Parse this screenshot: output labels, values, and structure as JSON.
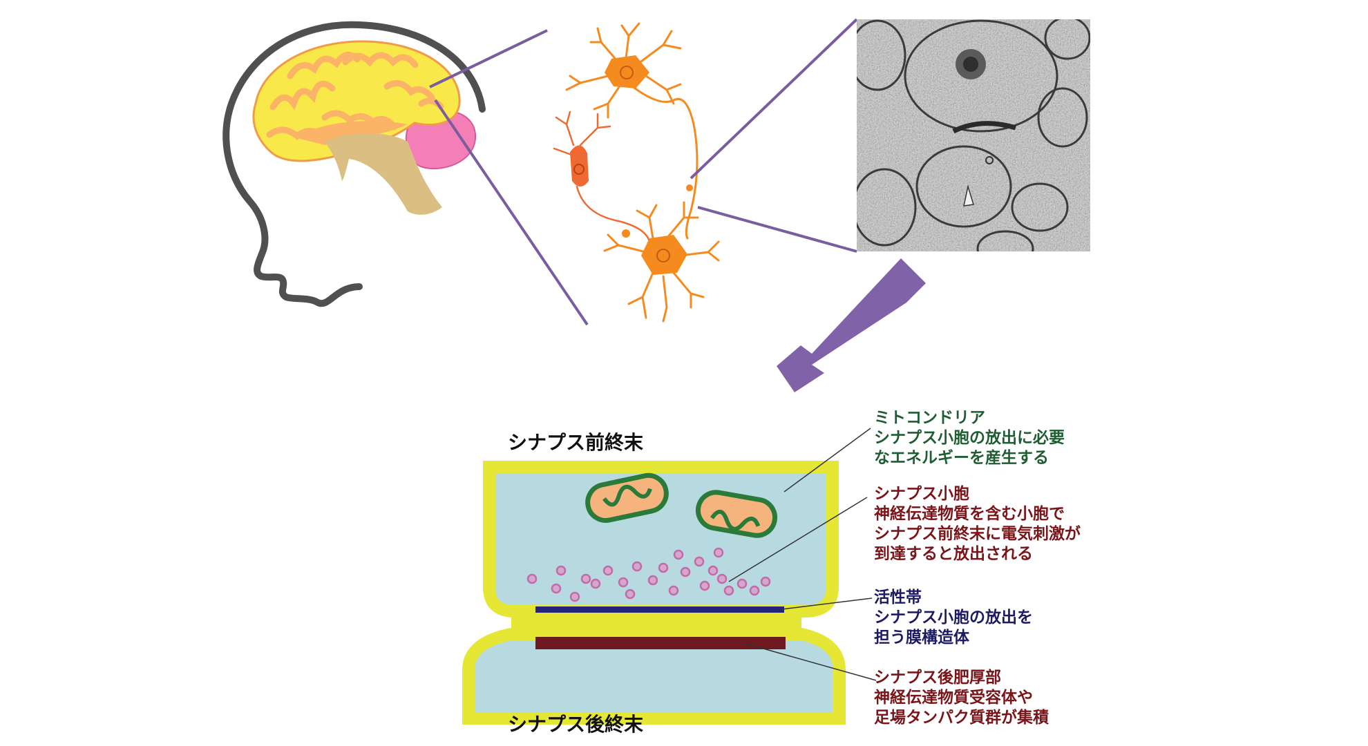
{
  "labels": {
    "presynaptic": "シナプス前終末",
    "postsynaptic": "シナプス後終末"
  },
  "annotations": [
    {
      "key": "mitochondria",
      "title": "ミトコンドリア",
      "lines": [
        "シナプス小胞の放出に必要",
        "なエネルギーを産生する"
      ],
      "color": "#1e5c32"
    },
    {
      "key": "vesicle",
      "title": "シナプス小胞",
      "lines": [
        "神経伝達物質を含む小胞で",
        "シナプス前終末に電気刺激が",
        "到達すると放出される"
      ],
      "color": "#7a1418"
    },
    {
      "key": "active_zone",
      "title": "活性帯",
      "lines": [
        "シナプス小胞の放出を",
        "担う膜構造体"
      ],
      "color": "#1c1a62"
    },
    {
      "key": "psd",
      "title": "シナプス後肥厚部",
      "lines": [
        "神経伝達物質受容体や",
        "足場タンパク質群が集積"
      ],
      "color": "#7a1418"
    }
  ],
  "colors": {
    "cytoplasm": "#b6dae0",
    "membrane": "#e6e634",
    "mito_outer": "#2a7a3a",
    "mito_inner": "#f5b47e",
    "vesicle": "#c26aaa",
    "active_zone": "#25237a",
    "psd": "#6e1820",
    "arrow": "#8062a8",
    "brain_cortex": "#f8e84a",
    "brain_gyri": "#fbb368",
    "cerebellum": "#f47fb6",
    "brainstem": "#dbbf82",
    "neuron": "#f58a1e",
    "neuron_red": "#ee6a32",
    "head_outline": "#505050"
  },
  "icons": [
    "brain-illustration",
    "neuron-network-illustration",
    "electron-micrograph",
    "pointer-arrow"
  ]
}
